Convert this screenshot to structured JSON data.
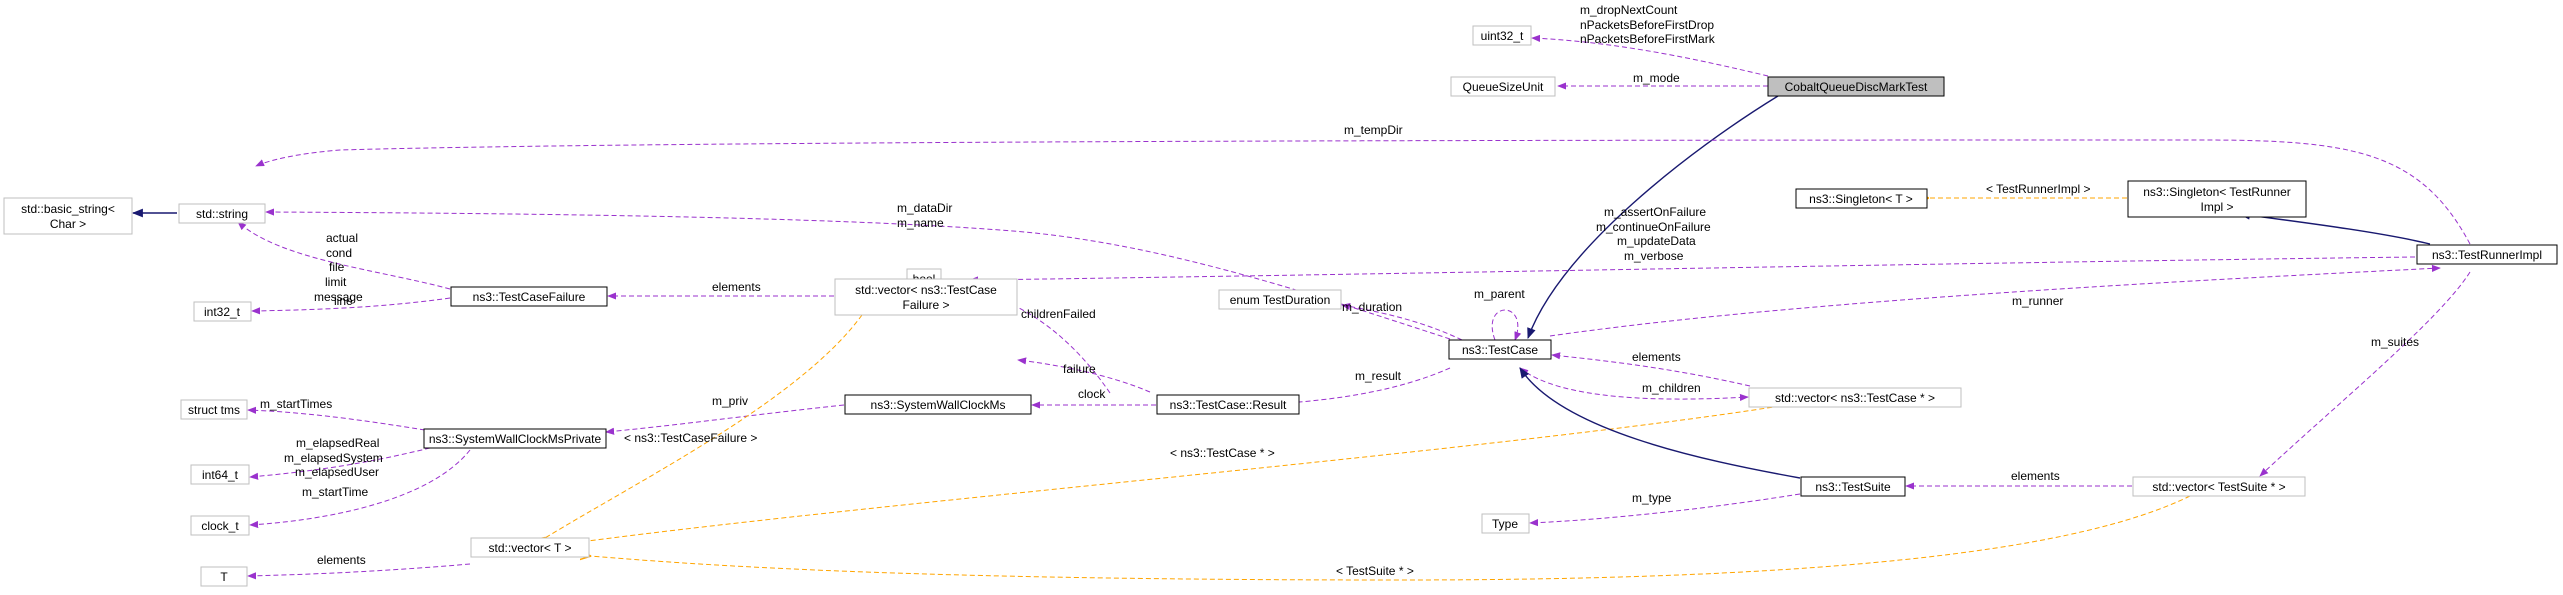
{
  "colors": {
    "composition_edge": "#9a32cd",
    "template_edge": "#ffa500",
    "inheritance_edge": "#191970",
    "focus_fill": "#bfbfbf",
    "external_border": "#bfbfbf"
  },
  "nodes": {
    "cobalt": "CobaltQueueDiscMarkTest",
    "uint32": "uint32_t",
    "queuesizeunit": "QueueSizeUnit",
    "basicstring": [
      "std::basic_string<",
      "Char >"
    ],
    "stdstring": "std::string",
    "bool": "bool",
    "int32": "int32_t",
    "testcasefailure": "ns3::TestCaseFailure",
    "vectorfailure": [
      "std::vector< ns3::TestCase",
      "Failure >"
    ],
    "structtms": "struct tms",
    "wallclockpriv": "ns3::SystemWallClockMsPrivate",
    "int64": "int64_t",
    "clock": "clock_t",
    "vectorT": "std::vector< T >",
    "T": "T",
    "enumduration": "enum TestDuration",
    "testcase": "ns3::TestCase",
    "wallclock": "ns3::SystemWallClockMs",
    "result": "ns3::TestCase::Result",
    "vectortestcase": "std::vector< ns3::TestCase * >",
    "type": "Type",
    "testsuite": "ns3::TestSuite",
    "vectorsuite": "std::vector< TestSuite * >",
    "singletonT": "ns3::Singleton< T >",
    "singletonrunner": [
      "ns3::Singleton< TestRunner",
      "Impl >"
    ],
    "runnerimpl": "ns3::TestRunnerImpl"
  },
  "edge_labels": {
    "counts": [
      "m_dropNextCount",
      "nPacketsBeforeFirstDrop",
      "nPacketsBeforeFirstMark"
    ],
    "mode": "m_mode",
    "tempdir": "m_tempDir",
    "datadir": [
      "m_dataDir",
      "m_name"
    ],
    "failure_fields": [
      "actual",
      "cond",
      "file",
      "limit",
      "message"
    ],
    "line": "line",
    "elements_failure": "elements",
    "flags": [
      "m_assertOnFailure",
      "m_continueOnFailure",
      "m_updateData",
      "m_verbose"
    ],
    "childrenfailed": "childrenFailed",
    "duration": "m_duration",
    "parent": "m_parent",
    "runner": "m_runner",
    "failure": "failure",
    "elements_testcase": "elements",
    "result": "m_result",
    "children": "m_children",
    "starttimes": "m_startTimes",
    "priv": "m_priv",
    "clock": "clock",
    "elapsed": [
      "m_elapsedReal",
      "m_elapsedSystem",
      "m_elapsedUser"
    ],
    "starttime": "m_startTime",
    "tmpl_failure": "< ns3::TestCaseFailure >",
    "tmpl_testcase": "< ns3::TestCase * >",
    "suites": "m_suites",
    "type": "m_type",
    "elements_suite": "elements",
    "elements_T": "elements",
    "tmpl_suite": "< TestSuite * >",
    "tmpl_runner": "< TestRunnerImpl >"
  }
}
